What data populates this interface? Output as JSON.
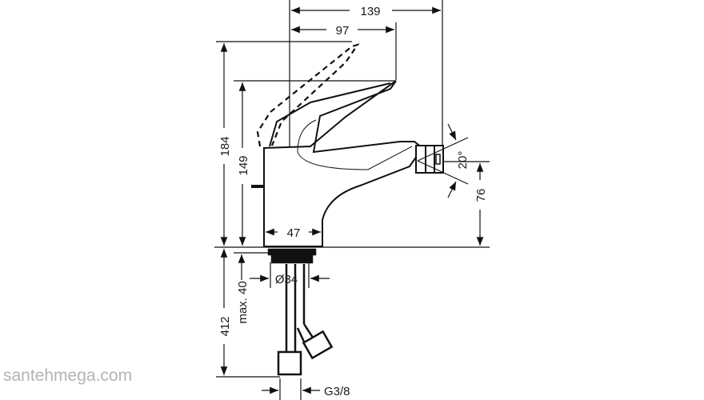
{
  "diagram": {
    "subject": "Bidet mixer faucet dimensional drawing",
    "units": "mm",
    "dimensions": {
      "overall_depth": "139",
      "handle_reach": "97",
      "overall_height": "184",
      "spout_height": "149",
      "body_width": "47",
      "outlet_height": "76",
      "jet_angle": "20°",
      "base_diameter": "Ø34",
      "max_deck_thickness": "max. 40",
      "hose_length": "412",
      "connection_thread": "G3/8"
    }
  },
  "watermark": "santehmega.com",
  "colors": {
    "line": "#111111",
    "background": "#ffffff",
    "watermark": "#b4b4b4"
  }
}
